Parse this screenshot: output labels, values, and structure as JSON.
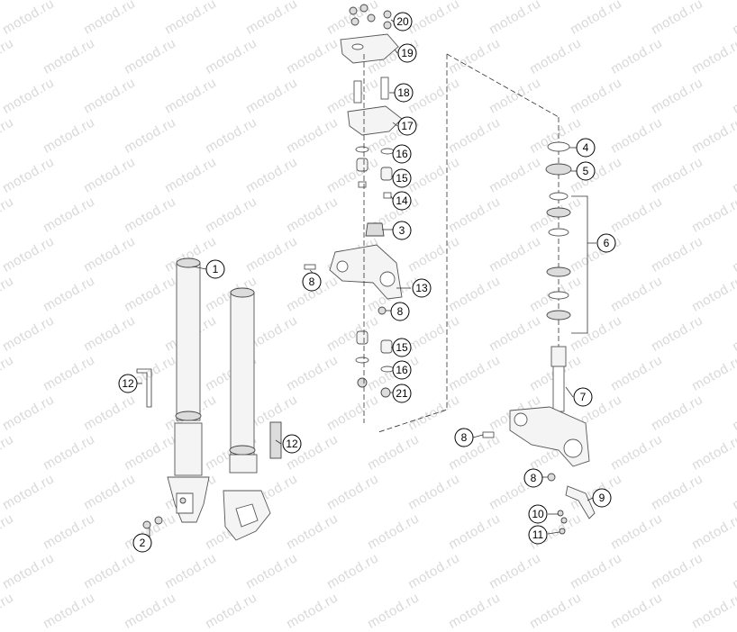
{
  "diagram": {
    "watermark_text": "motod.ru",
    "callouts": [
      {
        "id": "c1",
        "label": "1"
      },
      {
        "id": "c2",
        "label": "2"
      },
      {
        "id": "c3",
        "label": "3"
      },
      {
        "id": "c4",
        "label": "4"
      },
      {
        "id": "c5",
        "label": "5"
      },
      {
        "id": "c6",
        "label": "6"
      },
      {
        "id": "c7",
        "label": "7"
      },
      {
        "id": "c8a",
        "label": "8"
      },
      {
        "id": "c8b",
        "label": "8"
      },
      {
        "id": "c8c",
        "label": "8"
      },
      {
        "id": "c8d",
        "label": "8"
      },
      {
        "id": "c9",
        "label": "9"
      },
      {
        "id": "c10",
        "label": "10"
      },
      {
        "id": "c11",
        "label": "11"
      },
      {
        "id": "c12a",
        "label": "12"
      },
      {
        "id": "c12b",
        "label": "12"
      },
      {
        "id": "c13",
        "label": "13"
      },
      {
        "id": "c14",
        "label": "14"
      },
      {
        "id": "c15a",
        "label": "15"
      },
      {
        "id": "c15b",
        "label": "15"
      },
      {
        "id": "c16a",
        "label": "16"
      },
      {
        "id": "c16b",
        "label": "16"
      },
      {
        "id": "c17",
        "label": "17"
      },
      {
        "id": "c18",
        "label": "18"
      },
      {
        "id": "c19",
        "label": "19"
      },
      {
        "id": "c20",
        "label": "20"
      },
      {
        "id": "c21",
        "label": "21"
      }
    ]
  }
}
